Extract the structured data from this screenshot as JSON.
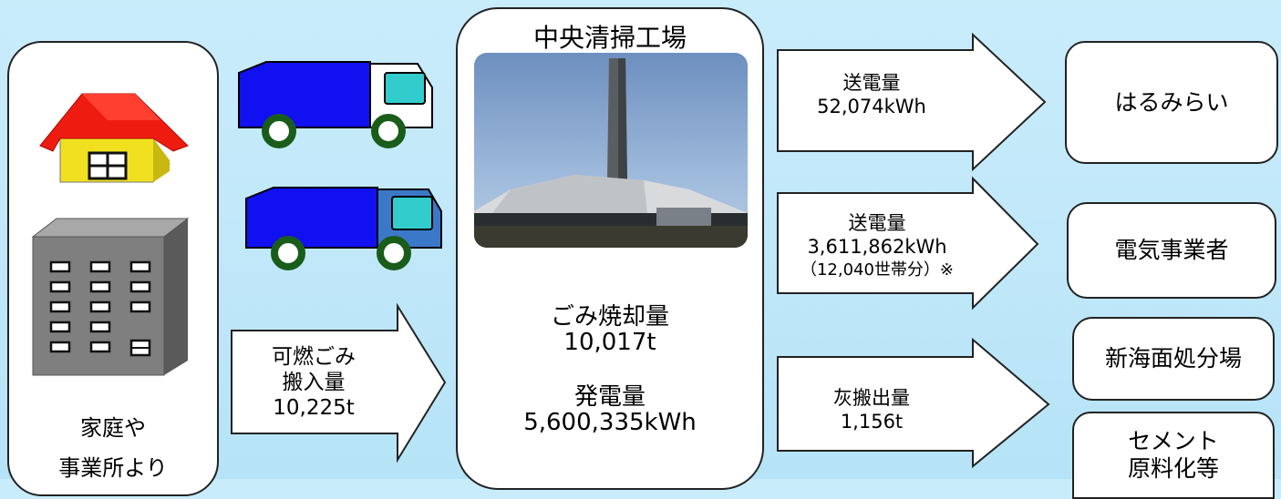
{
  "source": {
    "line1": "家庭や",
    "line2": "事業所より"
  },
  "inflow": {
    "line1": "可燃ごみ",
    "line2": "搬入量",
    "value": "10,225t"
  },
  "plant": {
    "title": "中央清掃工場",
    "incineration_label": "ごみ焼却量",
    "incineration_value": "10,017t",
    "generation_label": "発電量",
    "generation_value": "5,600,335kWh"
  },
  "outputs": [
    {
      "label": "送電量",
      "value": "52,074kWh",
      "note": ""
    },
    {
      "label": "送電量",
      "value": "3,611,862kWh",
      "note": "（12,040世帯分）※"
    },
    {
      "label": "灰搬出量",
      "value": "1,156t",
      "note": ""
    }
  ],
  "destinations": [
    {
      "line1": "はるみらい",
      "line2": ""
    },
    {
      "line1": "電気事業者",
      "line2": ""
    },
    {
      "line1": "新海面処分場",
      "line2": ""
    },
    {
      "line1": "セメント",
      "line2": "原料化等"
    }
  ],
  "colors": {
    "background": "#c4e9fa",
    "truck_body": "#1010f0",
    "truck_cab": "#3c78c8",
    "truck_window": "#33cccc",
    "wheel": "#1a5c1a",
    "roof": "#ee1c10",
    "house_wall": "#f0e020",
    "building": "#7f7f7f"
  },
  "icons": [
    "house-icon",
    "office-building-icon",
    "garbage-truck-icon",
    "plant-photo"
  ]
}
